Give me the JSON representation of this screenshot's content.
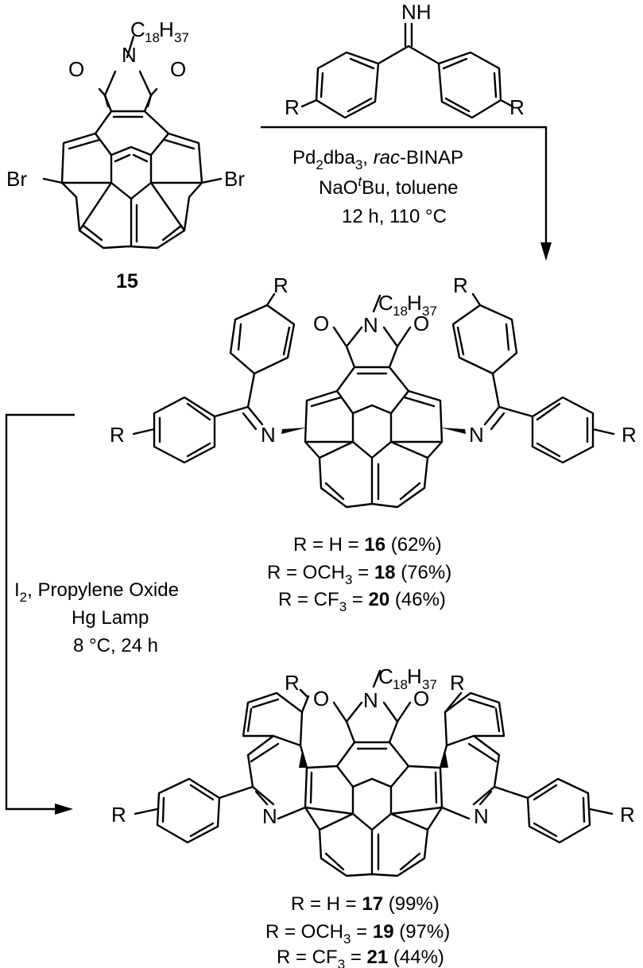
{
  "atoms": {
    "N": "N",
    "NH": "NH",
    "O": "O",
    "Br": "Br",
    "R": "R",
    "C": "C",
    "H": "H",
    "chain_c": "18",
    "chain_h": "37"
  },
  "reagent_step1": {
    "line1_a": "Pd",
    "line1_sub1": "2",
    "line1_b": "dba",
    "line1_sub2": "3",
    "line1_c": ", ",
    "line1_italic": "rac",
    "line1_d": "-BINAP",
    "line2_a": "NaO",
    "line2_sup": "t",
    "line2_b": "Bu, toluene",
    "line3": "12 h, 110 °C"
  },
  "reagent_step2": {
    "line1_a": "I",
    "line1_sub": "2",
    "line1_b": ", Propylene Oxide",
    "line2": "Hg Lamp",
    "line3": "8 °C, 24 h"
  },
  "compound_labels": {
    "start": "15"
  },
  "results_intermediate": [
    {
      "r_label": "R = H = ",
      "compound": "16",
      "yield": " (62%)"
    },
    {
      "r_label_a": "R = OCH",
      "sub": "3",
      "r_label_b": " = ",
      "compound": "18",
      "yield": " (76%)"
    },
    {
      "r_label_a": "R = CF",
      "sub": "3",
      "r_label_b": " = ",
      "compound": "20",
      "yield": " (46%)"
    }
  ],
  "results_final": [
    {
      "r_label": "R = H = ",
      "compound": "17",
      "yield": " (99%)"
    },
    {
      "r_label_a": "R = OCH",
      "sub": "3",
      "r_label_b": " = ",
      "compound": "19",
      "yield": " (97%)"
    },
    {
      "r_label_a": "R = CF",
      "sub": "3",
      "r_label_b": " = ",
      "compound": "21",
      "yield": " (44%)"
    }
  ]
}
